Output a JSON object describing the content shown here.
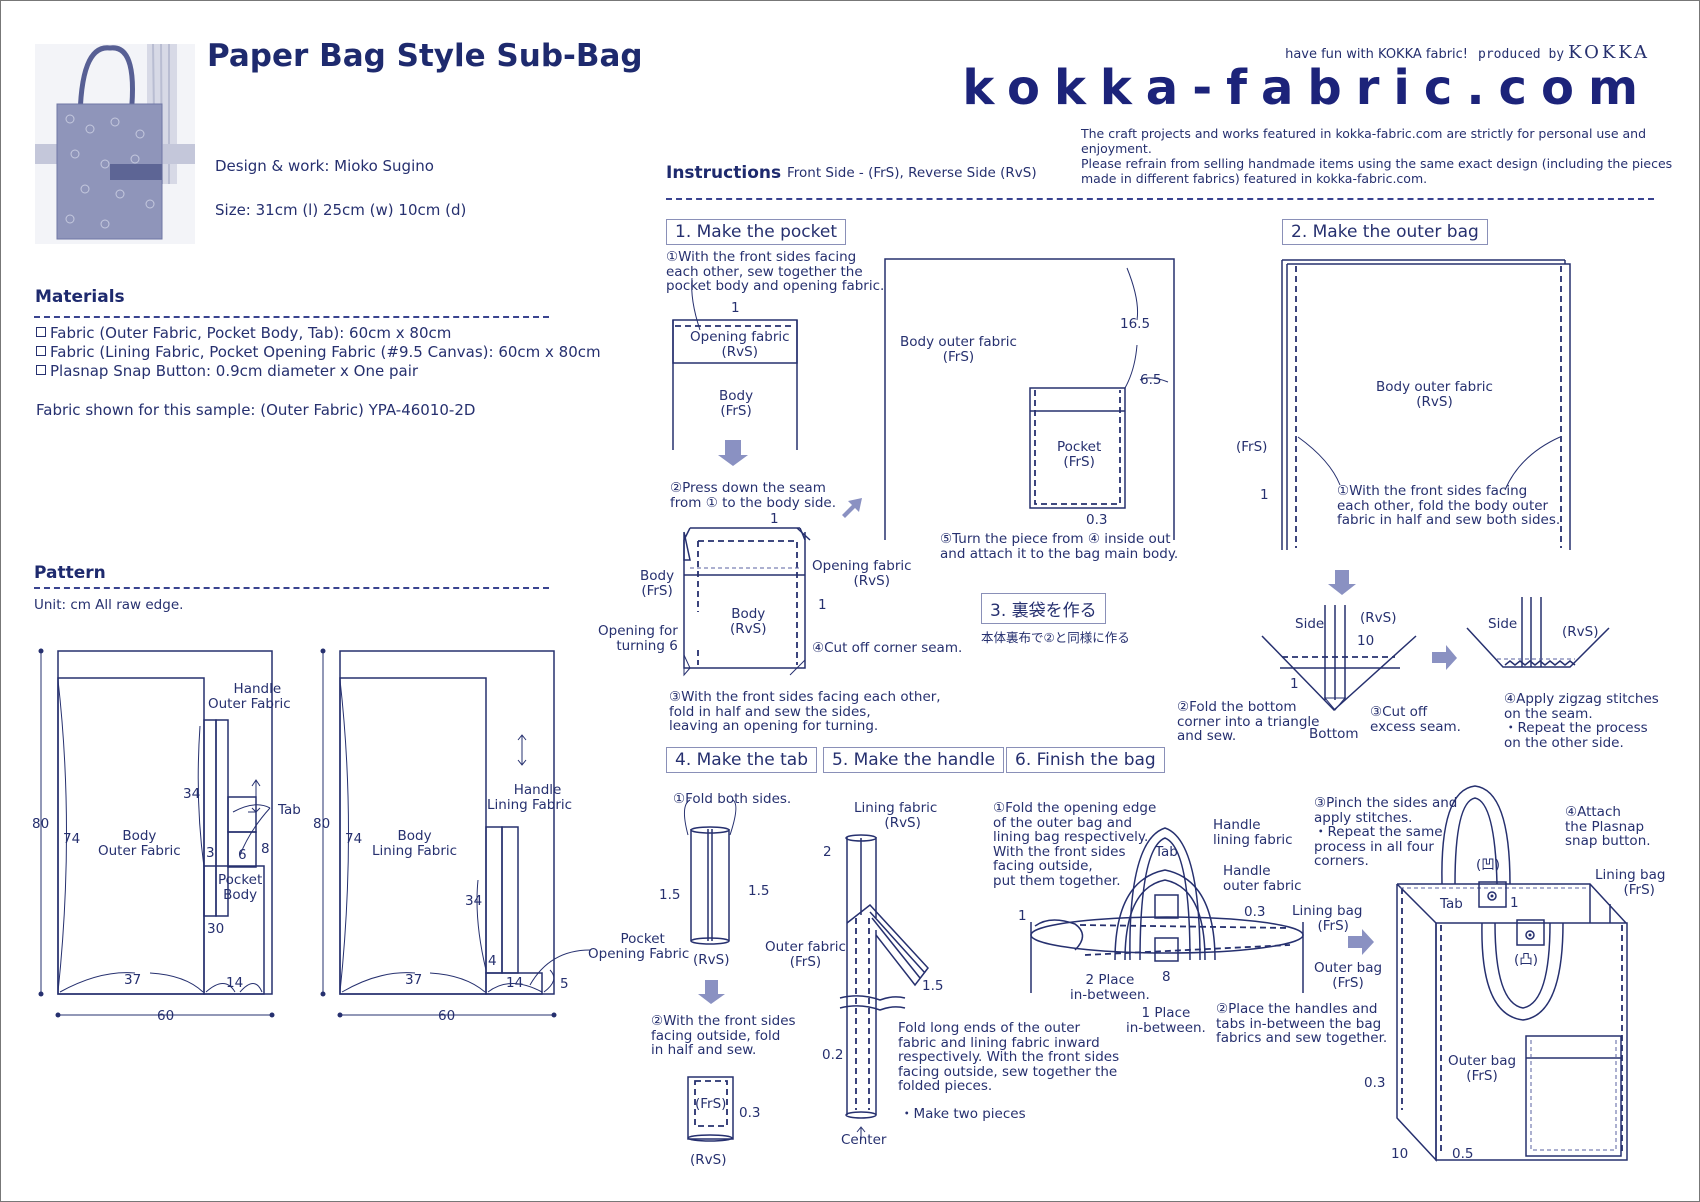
{
  "header": {
    "title": "Paper Bag Style Sub-Bag",
    "design": "Design & work: Mioko Sugino",
    "size": "Size: 31cm (l)  25cm (w)  10cm (d)",
    "tagline": "have fun with KOKKA fabric!",
    "produced_by": "produced by",
    "brand": "KOKKA",
    "site": "kokka-fabric.com",
    "disclaimer": [
      "The craft projects and works featured in kokka-fabric.com are strictly for personal use and enjoyment.",
      "Please refrain from selling handmade items using the same exact design (including the pieces",
      "made in different fabrics) featured in kokka-fabric.com."
    ],
    "photo_alt": "Finished paper bag style tote photo"
  },
  "materials": {
    "heading": "Materials",
    "items": [
      "Fabric (Outer Fabric, Pocket Body, Tab): 60cm x 80cm",
      "Fabric (Lining Fabric, Pocket Opening Fabric (#9.5 Canvas): 60cm x 80cm",
      "Plasnap Snap Button: 0.9cm diameter x One pair"
    ],
    "sample": "Fabric shown for this sample: (Outer Fabric) YPA-46010-2D"
  },
  "pattern": {
    "heading": "Pattern",
    "unit_note": "Unit: cm    All raw edge.",
    "outer": {
      "height": "80",
      "body_height": "74",
      "width": "60",
      "body_width": "37",
      "body_label": [
        "Body",
        "Outer Fabric"
      ],
      "handle_label": [
        "Handle",
        "Outer Fabric"
      ],
      "handle_len": "34",
      "handle_w": "3",
      "tab_label": "Tab",
      "tab_w": "6",
      "tab_h": "8",
      "pocket_label": [
        "Pocket",
        "Body"
      ],
      "pocket_h": "30",
      "pocket_w": "14"
    },
    "lining": {
      "height": "80",
      "body_height": "74",
      "width": "60",
      "body_width": "37",
      "body_label": [
        "Body",
        "Lining Fabric"
      ],
      "handle_label": [
        "Handle",
        "Lining Fabric"
      ],
      "handle_len": "34",
      "handle_w": "4",
      "pocket_open_label": [
        "Pocket",
        "Opening Fabric"
      ],
      "pocket_open_w": "14",
      "pocket_open_h": "5"
    }
  },
  "instructions": {
    "heading": "Instructions",
    "legend": "Front Side - (FrS), Reverse Side (RvS)",
    "steps": [
      {
        "title": "1. Make the pocket",
        "notes": [
          [
            "①With the front sides facing",
            "each other, sew together the",
            "pocket body and opening fabric."
          ],
          [
            "②Press down the seam",
            "from ① to the body side."
          ],
          [
            "③With the front sides facing each other,",
            "fold in half and sew the sides,",
            "leaving an opening for turning."
          ],
          [
            "④Cut off corner seam."
          ],
          [
            "⑤Turn the piece from ④ inside out",
            "and attach it to the bag main body."
          ]
        ],
        "labels": {
          "opening_fabric": [
            "Opening fabric",
            "(RvS)"
          ],
          "body_frs": [
            "Body",
            "(FrS)"
          ],
          "body_rvs": [
            "Body",
            "(RvS)"
          ],
          "opening_turning": [
            "Opening for",
            "turning 6"
          ],
          "body_outer": [
            "Body outer fabric",
            "(FrS)"
          ],
          "pocket": [
            "Pocket",
            "(FrS)"
          ],
          "dim_1": "1",
          "dim_16_5": "16.5",
          "dim_6_5": "6.5",
          "dim_0_3": "0.3"
        }
      },
      {
        "title": "2. Make the outer bag",
        "notes": [
          [
            "①With the front sides facing",
            "each other, fold the body outer",
            "fabric in half and sew both sides."
          ],
          [
            "②Fold the bottom",
            "corner into a triangle",
            "and sew."
          ],
          [
            "③Cut off",
            "excess seam."
          ],
          [
            "④Apply zigzag stitches",
            "on the seam.",
            "・Repeat the process",
            "on the other side."
          ]
        ],
        "labels": {
          "body_outer": [
            "Body outer fabric",
            "(RvS)"
          ],
          "frs": "(FrS)",
          "rvs": "(RvS)",
          "side": "Side",
          "bottom": "Bottom",
          "dim_1": "1",
          "dim_10": "10"
        }
      },
      {
        "title": "3. 裏袋を作る",
        "notes": [
          [
            "本体裏布で②と同様に作る"
          ]
        ]
      },
      {
        "title": "4. Make the tab",
        "notes": [
          [
            "①Fold both sides."
          ],
          [
            "②With the front sides",
            "facing outside, fold",
            "in half and sew."
          ]
        ],
        "labels": {
          "rvs": "(RvS)",
          "frs": "(FrS)",
          "dim_1_5": "1.5",
          "dim_0_3": "0.3"
        }
      },
      {
        "title": "5. Make the handle",
        "notes": [
          [
            "Fold long ends of the outer",
            "fabric and lining fabric inward",
            "respectively. With the front sides",
            "facing outside, sew together the",
            "folded pieces."
          ],
          [
            "・Make two pieces"
          ]
        ],
        "labels": {
          "lining": [
            "Lining fabric",
            "(RvS)"
          ],
          "outer": [
            "Outer fabric",
            "(FrS)"
          ],
          "center": "Center",
          "dim_2": "2",
          "dim_1_5": "1.5",
          "dim_0_2": "0.2"
        }
      },
      {
        "title": "6. Finish the bag",
        "notes": [
          [
            "①Fold the opening edge",
            "of the outer bag and",
            "lining bag respectively.",
            "With the front sides",
            "facing outside,",
            "put them together."
          ],
          [
            "②Place the handles and",
            "tabs in-between the bag",
            "fabrics and sew together."
          ],
          [
            "③Pinch the sides and",
            "apply stitches.",
            "・Repeat the same",
            "process in all four",
            "corners."
          ],
          [
            "④Attach",
            "the Plasnap",
            "snap button."
          ]
        ],
        "labels": {
          "handle_lining": [
            "Handle",
            "lining fabric"
          ],
          "handle_outer": [
            "Handle",
            "outer fabric"
          ],
          "tab": "Tab",
          "lining_bag": [
            "Lining bag",
            "(FrS)"
          ],
          "outer_bag": [
            "Outer bag",
            "(FrS)"
          ],
          "two_place": [
            "2 Place",
            "in-between."
          ],
          "one_place": [
            "1 Place",
            "in-between."
          ],
          "snap_female": "(凹)",
          "snap_male": "(凸)",
          "dim_1": "1",
          "dim_8": "8",
          "dim_0_3": "0.3",
          "dim_10": "10",
          "dim_0_5": "0.5"
        }
      }
    ]
  },
  "colors": {
    "ink": "#26306f",
    "title": "#1e2a6e",
    "arrow": "#8a91c2",
    "site": "#1c237a"
  }
}
